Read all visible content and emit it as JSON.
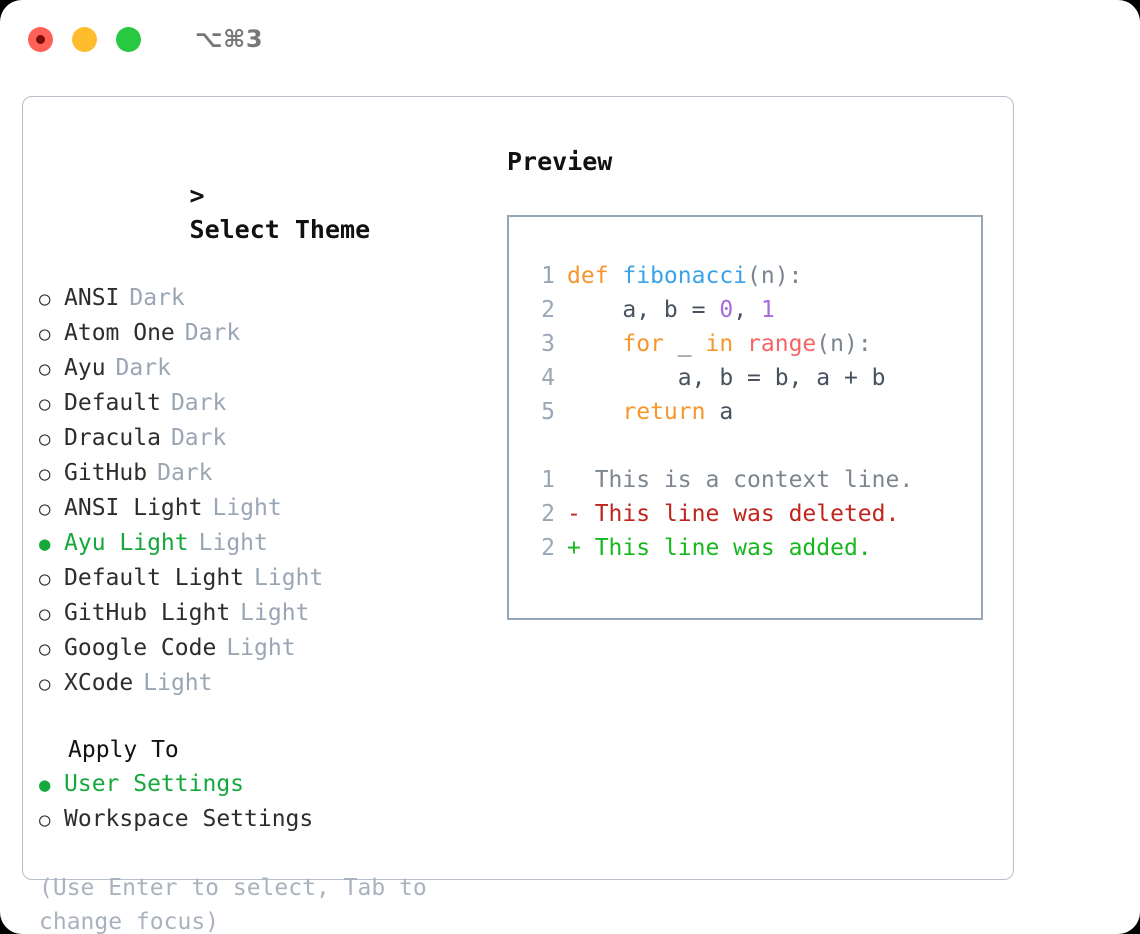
{
  "titlebar": {
    "shortcut": "⌥⌘3",
    "lights": [
      {
        "name": "close",
        "color": "#ff6058"
      },
      {
        "name": "minimize",
        "color": "#ffbd2e"
      },
      {
        "name": "zoom",
        "color": "#28c840"
      }
    ]
  },
  "theme_picker": {
    "caret": ">",
    "title": "Select Theme",
    "marker_selected": "●",
    "marker_unselected": "○",
    "items": [
      {
        "label": "ANSI",
        "tag": "Dark",
        "selected": false
      },
      {
        "label": "Atom One",
        "tag": "Dark",
        "selected": false
      },
      {
        "label": "Ayu",
        "tag": "Dark",
        "selected": false
      },
      {
        "label": "Default",
        "tag": "Dark",
        "selected": false
      },
      {
        "label": "Dracula",
        "tag": "Dark",
        "selected": false
      },
      {
        "label": "GitHub",
        "tag": "Dark",
        "selected": false
      },
      {
        "label": "ANSI Light",
        "tag": "Light",
        "selected": false
      },
      {
        "label": "Ayu Light",
        "tag": "Light",
        "selected": true
      },
      {
        "label": "Default Light",
        "tag": "Light",
        "selected": false
      },
      {
        "label": "GitHub Light",
        "tag": "Light",
        "selected": false
      },
      {
        "label": "Google Code",
        "tag": "Light",
        "selected": false
      },
      {
        "label": "XCode",
        "tag": "Light",
        "selected": false
      }
    ]
  },
  "apply_to": {
    "label": "Apply To",
    "items": [
      {
        "label": "User Settings",
        "selected": true
      },
      {
        "label": "Workspace Settings",
        "selected": false
      }
    ]
  },
  "hint": "(Use Enter to select, Tab to change focus)",
  "preview": {
    "title": "Preview",
    "code_lines": [
      {
        "number": "1",
        "tokens": [
          {
            "text": "def ",
            "type": "kw"
          },
          {
            "text": "fibonacci",
            "type": "fn"
          },
          {
            "text": "(n):",
            "type": "punc"
          }
        ]
      },
      {
        "number": "2",
        "tokens": [
          {
            "text": "    a, b = ",
            "type": "plain"
          },
          {
            "text": "0",
            "type": "num"
          },
          {
            "text": ", ",
            "type": "plain"
          },
          {
            "text": "1",
            "type": "num"
          }
        ]
      },
      {
        "number": "3",
        "tokens": [
          {
            "text": "    ",
            "type": "plain"
          },
          {
            "text": "for",
            "type": "kw"
          },
          {
            "text": " _ ",
            "type": "plain"
          },
          {
            "text": "in",
            "type": "kw"
          },
          {
            "text": " ",
            "type": "plain"
          },
          {
            "text": "range",
            "type": "call"
          },
          {
            "text": "(n):",
            "type": "punc"
          }
        ]
      },
      {
        "number": "4",
        "tokens": [
          {
            "text": "        a, b = b, a + b",
            "type": "plain"
          }
        ]
      },
      {
        "number": "5",
        "tokens": [
          {
            "text": "    ",
            "type": "plain"
          },
          {
            "text": "return",
            "type": "kw"
          },
          {
            "text": " a",
            "type": "plain"
          }
        ]
      }
    ],
    "diff_lines": [
      {
        "number": "1",
        "sign": " ",
        "text": " This is a context line.",
        "kind": "ctx"
      },
      {
        "number": "2",
        "sign": "-",
        "text": " This line was deleted.",
        "kind": "del"
      },
      {
        "number": "2",
        "sign": "+",
        "text": " This line was added.",
        "kind": "add"
      }
    ]
  },
  "colors": {
    "accent_green": "#16a83c",
    "tag_muted": "#9aa6b4",
    "hint": "#a9b2bd",
    "line_number": "#9aa7b5",
    "code_plain": "#48525e",
    "keyword": "#f5972c",
    "function": "#3aa3e8",
    "number": "#a46ddb",
    "call": "#f56565",
    "diff_added": "#17b81f",
    "diff_deleted": "#c0241d",
    "diff_context": "#7d858e",
    "panel_border": "#b7bfca",
    "preview_border": "#96a5b8"
  }
}
